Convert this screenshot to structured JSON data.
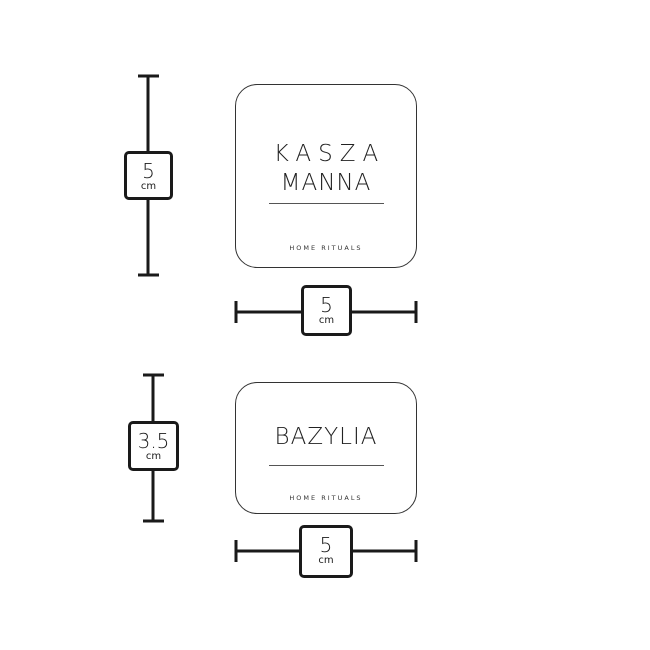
{
  "labels": [
    {
      "title_lines": [
        "KASZA",
        "MANNA"
      ],
      "brand": "HOME RITUALS",
      "height": {
        "value": "5",
        "unit": "cm"
      },
      "width": {
        "value": "5",
        "unit": "cm"
      }
    },
    {
      "title_lines": [
        "BAZYLIA"
      ],
      "brand": "HOME RITUALS",
      "height": {
        "value": "3.5",
        "unit": "cm"
      },
      "width": {
        "value": "5",
        "unit": "cm"
      }
    }
  ]
}
